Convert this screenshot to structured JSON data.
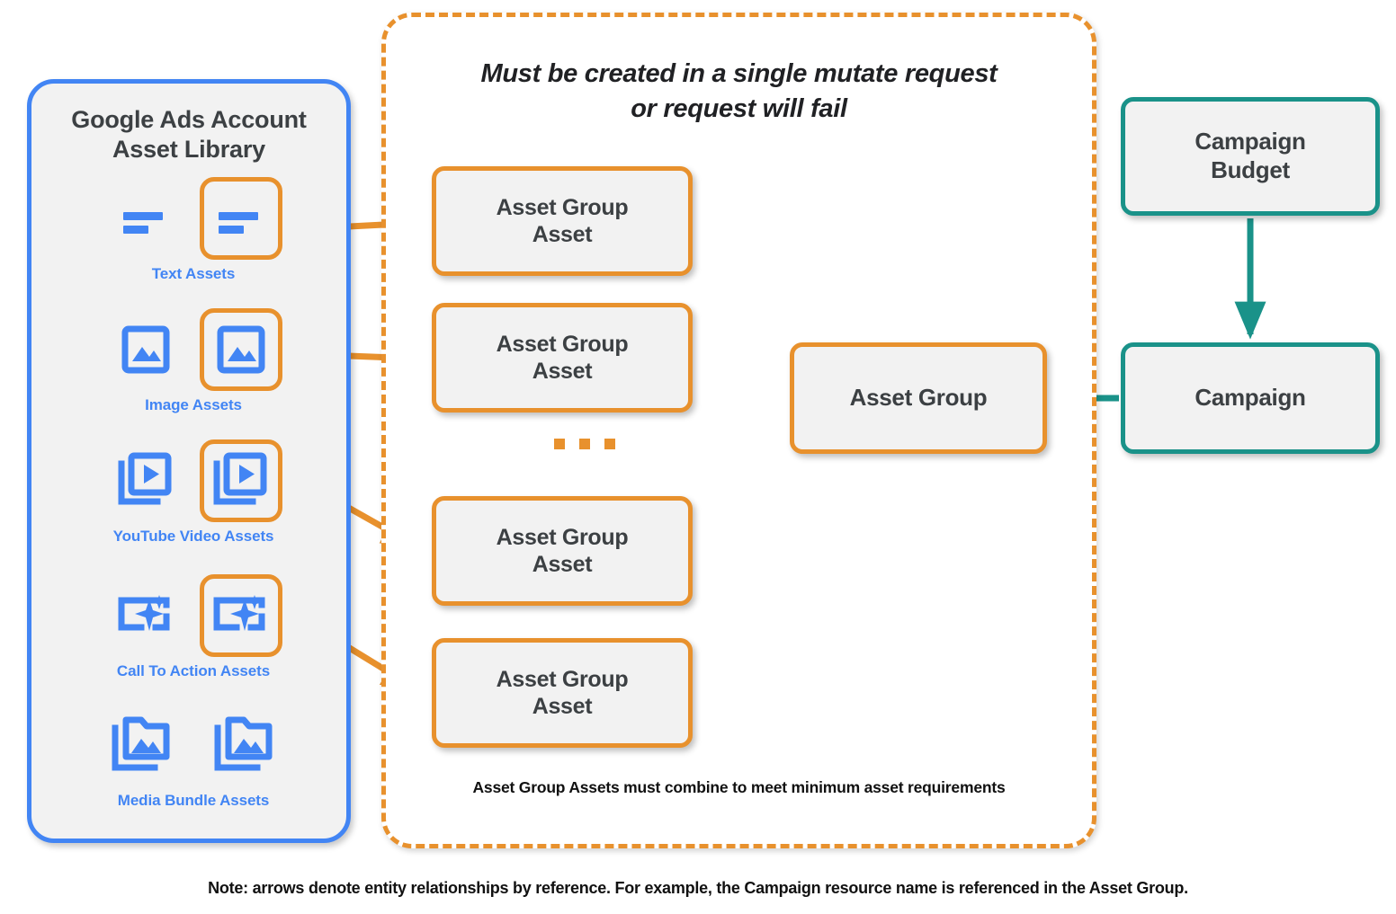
{
  "library": {
    "title": "Google Ads Account\nAsset Library",
    "title_line1": "Google Ads Account",
    "title_line2": "Asset Library",
    "border_color": "#4285f4",
    "assets": [
      {
        "label": "Text Assets",
        "icon": "text-asset-icon",
        "highlighted": true
      },
      {
        "label": "Image Assets",
        "icon": "image-asset-icon",
        "highlighted": true
      },
      {
        "label": "YouTube Video  Assets",
        "icon": "youtube-video-asset-icon",
        "highlighted": true
      },
      {
        "label": "Call To Action Assets",
        "icon": "call-to-action-asset-icon",
        "highlighted": true
      },
      {
        "label": "Media Bundle  Assets",
        "icon": "media-bundle-asset-icon",
        "highlighted": false
      }
    ]
  },
  "mutate_container": {
    "heading_line1": "Must be created in a single mutate request",
    "heading_line2": "or request will fail",
    "footnote": "Asset Group Assets must combine to meet minimum asset requirements",
    "border_color": "#e8912d",
    "border_style": "dashed"
  },
  "nodes": {
    "asset_group_assets": [
      {
        "label": "Asset Group\nAsset",
        "line1": "Asset Group",
        "line2": "Asset"
      },
      {
        "label": "Asset Group\nAsset",
        "line1": "Asset Group",
        "line2": "Asset"
      },
      {
        "label": "Asset Group\nAsset",
        "line1": "Asset Group",
        "line2": "Asset"
      },
      {
        "label": "Asset Group\nAsset",
        "line1": "Asset Group",
        "line2": "Asset"
      }
    ],
    "asset_group": {
      "label": "Asset Group",
      "border_color": "#e8912d"
    },
    "campaign_budget": {
      "line1": "Campaign",
      "line2": "Budget",
      "border_color": "#1a9289"
    },
    "campaign": {
      "label": "Campaign",
      "border_color": "#1a9289"
    }
  },
  "ellipsis": "...",
  "note": "Note: arrows denote entity relationships by reference. For example, the Campaign resource name is referenced in the Asset Group.",
  "colors": {
    "orange": "#e8912d",
    "teal": "#1a9289",
    "blue": "#4285f4",
    "node_fill": "#f2f2f2",
    "text_dark": "#3c4043"
  }
}
